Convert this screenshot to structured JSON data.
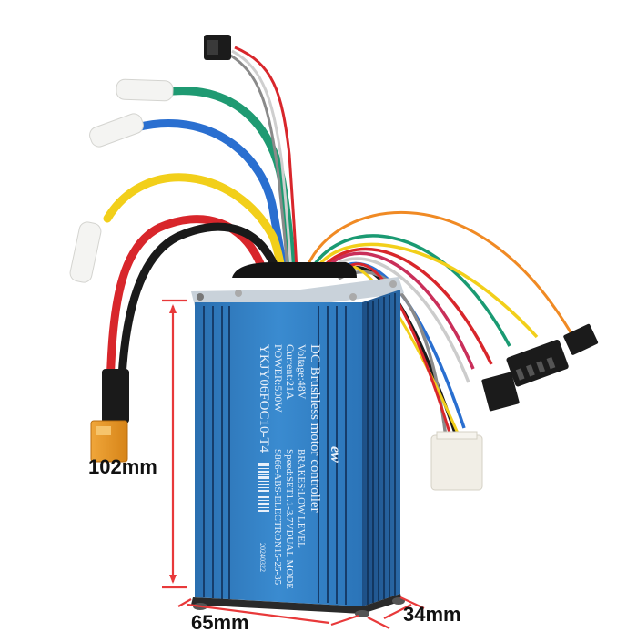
{
  "product": {
    "type": "DC brushless motor controller",
    "colors": {
      "housing": "#2f7fc1",
      "housing_dark": "#1d4f86",
      "fin_dark": "#163d6b",
      "dimension_line": "#e8393a",
      "connector_xt60": "#e89a2c"
    }
  },
  "label": {
    "line1": "DC Brushless motor controller",
    "line2": "Voltage:48V",
    "line3": "Current:21A",
    "line4": "POWER:500W",
    "line5": "YKJY06FOC10-T4",
    "line6": "BRAKES:LOW LEVEL",
    "line7": "Speed:SET1.1-3.7VDUAL MODE",
    "line8": "S866-ABS-ELECTRON15-25-35",
    "date_code": "20240322",
    "logo": "ew"
  },
  "dimensions": {
    "height": "102mm",
    "width": "65mm",
    "depth": "34mm"
  },
  "wires": {
    "phase_colors": [
      "#1f9a72",
      "#2a6fd0",
      "#f2cf1a"
    ],
    "power_colors": [
      "#d8262b",
      "#1a1a1a"
    ],
    "signal_colors": [
      "#f08a24",
      "#1a9a72",
      "#f2cf1a",
      "#d8262b",
      "#2a6fd0",
      "#1a1a1a",
      "#cccccc",
      "#8a8a8a",
      "#c92f5a"
    ]
  }
}
